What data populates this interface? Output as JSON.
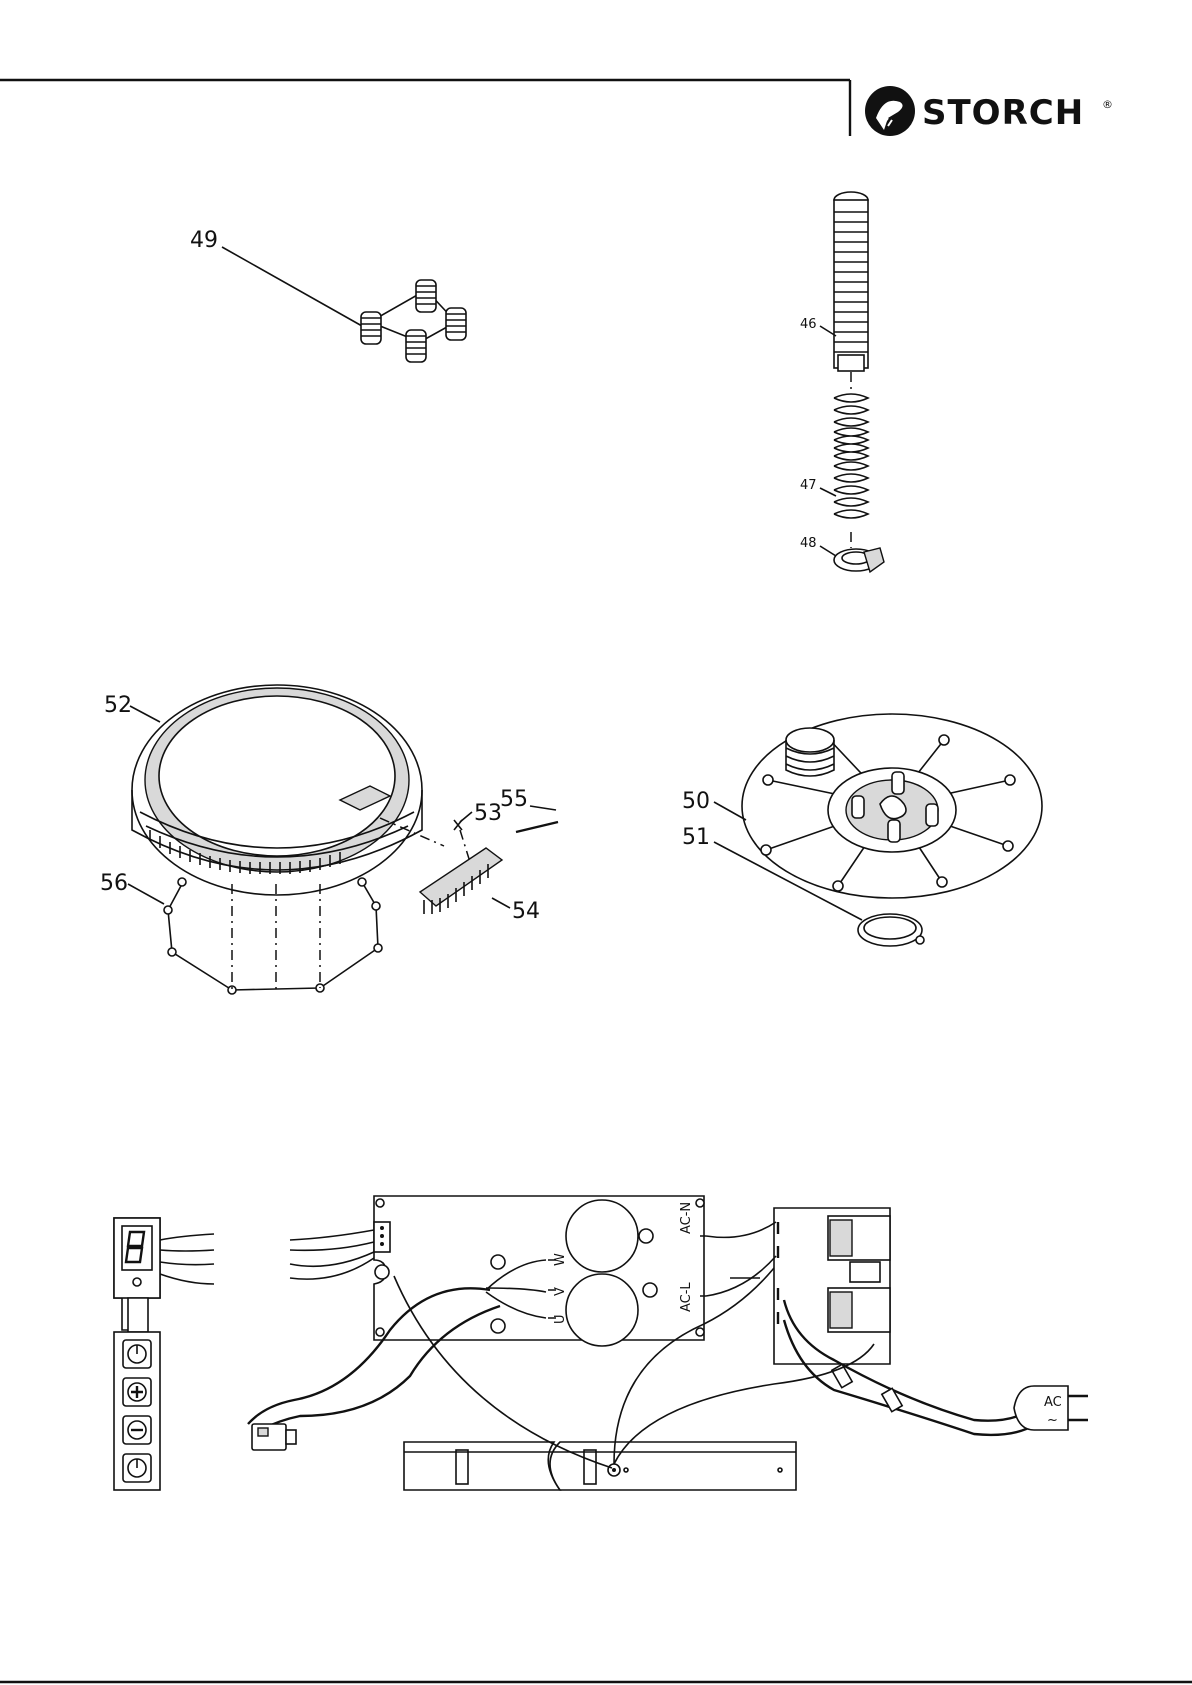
{
  "brand": {
    "name": "STORCH",
    "registered_mark": "®"
  },
  "callouts": {
    "p46": "46",
    "p47": "47",
    "p48": "48",
    "p49": "49",
    "p50": "50",
    "p51": "51",
    "p52": "52",
    "p53": "53",
    "p54": "54",
    "p55": "55",
    "p56": "56"
  },
  "wiring": {
    "phase_w": "W",
    "phase_v": "V",
    "phase_u": "U",
    "ac_n": "AC-N",
    "ac_l": "AC-L",
    "plug": "AC",
    "plug_symbol": "~"
  },
  "control_panel": {
    "buttons": [
      "power-icon",
      "plus-icon",
      "minus-icon",
      "power-icon"
    ]
  },
  "colors": {
    "ink": "#111111",
    "paper": "#ffffff"
  }
}
